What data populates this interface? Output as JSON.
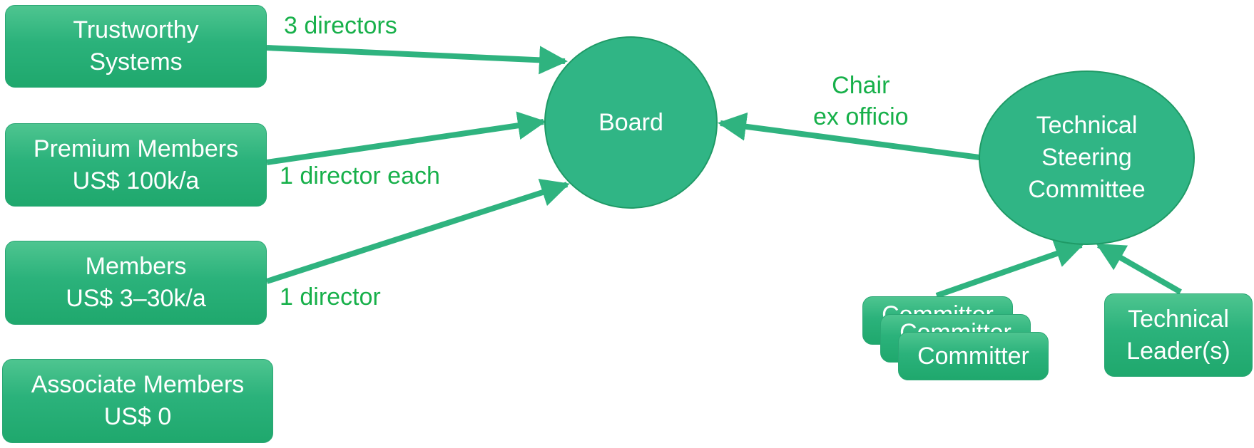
{
  "members": {
    "trustworthy": [
      "Trustworthy",
      "Systems"
    ],
    "premium": [
      "Premium Members",
      "US$ 100k/a"
    ],
    "members": [
      "Members",
      "US$ 3–30k/a"
    ],
    "associate": [
      "Associate Members",
      "US$ 0"
    ]
  },
  "board": "Board",
  "tsc": [
    "Technical",
    "Steering",
    "Committee"
  ],
  "committer": "Committer",
  "technical_leaders": [
    "Technical",
    "Leader(s)"
  ],
  "labels": {
    "three_directors": "3 directors",
    "one_director_each": "1 director each",
    "one_director": "1 director",
    "chair": [
      "Chair",
      "ex officio"
    ]
  },
  "colors": {
    "shape_fill": "#30b585",
    "label_text": "#17b04a",
    "arrow": "#2fb37f"
  }
}
